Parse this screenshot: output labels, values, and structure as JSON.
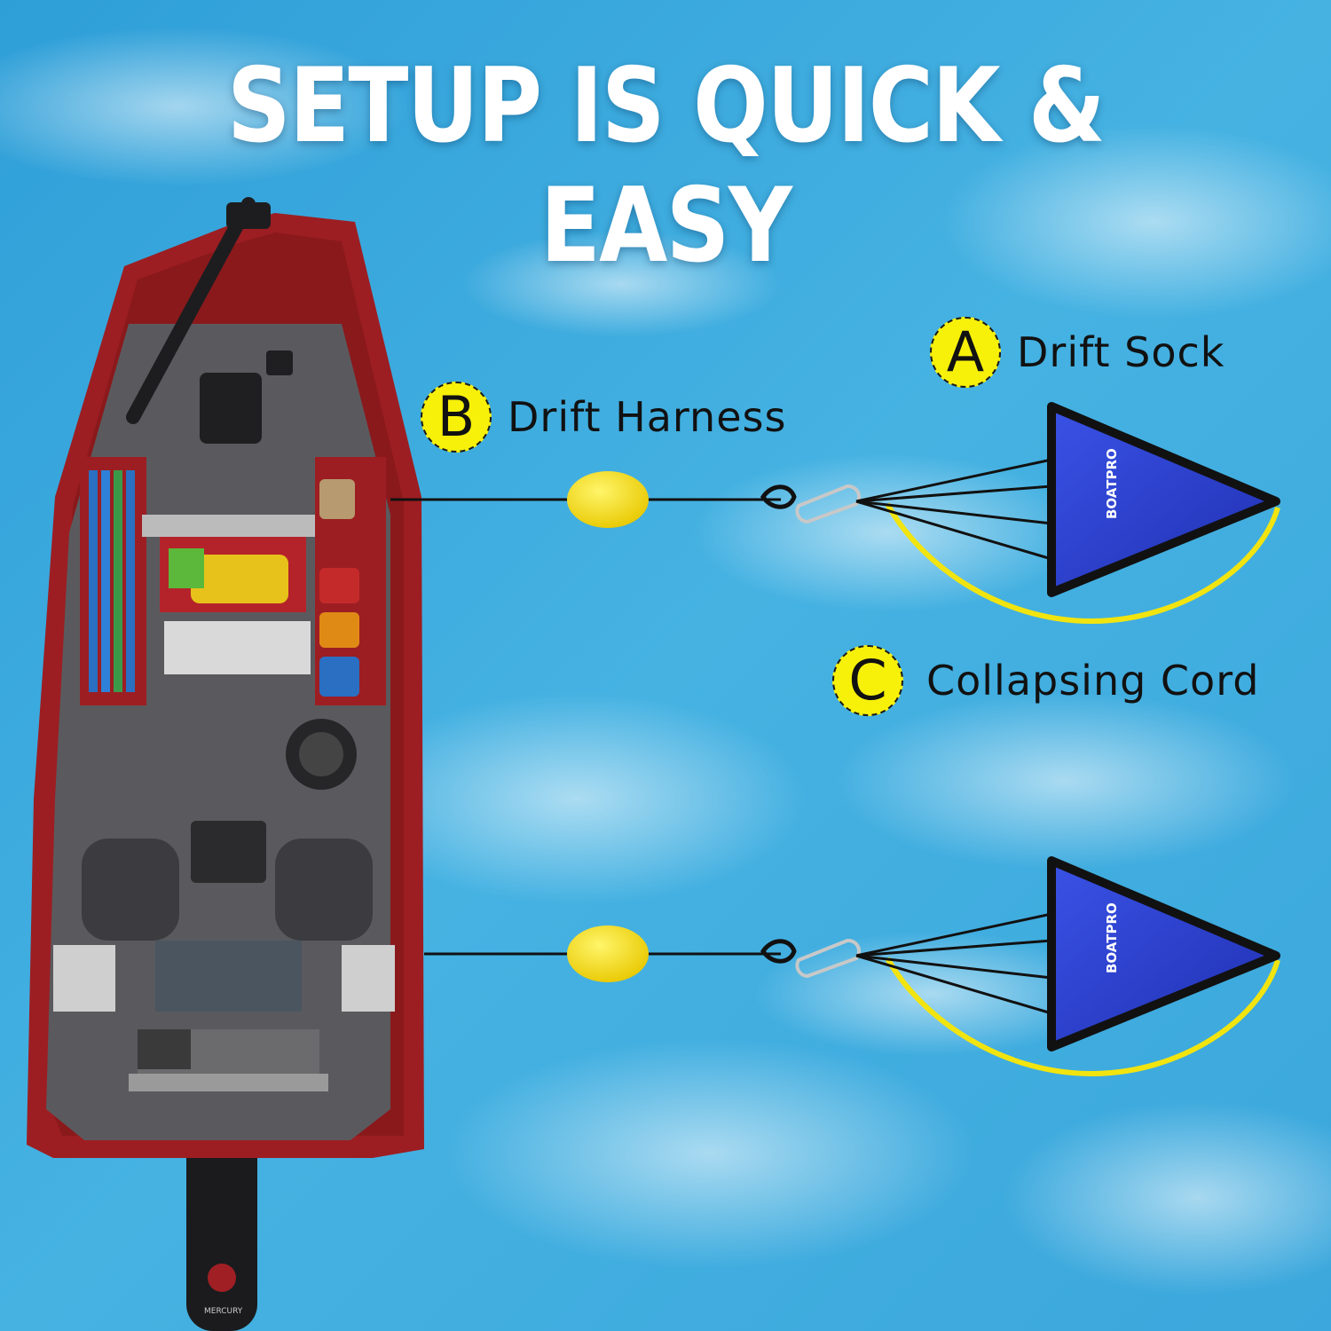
{
  "headline": "SETUP IS QUICK & EASY",
  "callouts": [
    {
      "letter": "A",
      "label": "Drift Sock"
    },
    {
      "letter": "B",
      "label": "Drift Harness"
    },
    {
      "letter": "C",
      "label": "Collapsing Cord"
    }
  ],
  "sock_brand": "BOATPRO",
  "motor_brand": "MERCURY",
  "colors": {
    "water": "#3aa8dc",
    "hull": "#9c1e22",
    "deck": "#5a5a5e",
    "sock": "#2b3fd0",
    "buoy": "#f7e51a",
    "cord": "#f2e40f",
    "badge": "#f7f10a"
  },
  "icons": [
    "boat-image",
    "float-buoy-icon",
    "carabiner-icon",
    "drift-sock-icon"
  ]
}
